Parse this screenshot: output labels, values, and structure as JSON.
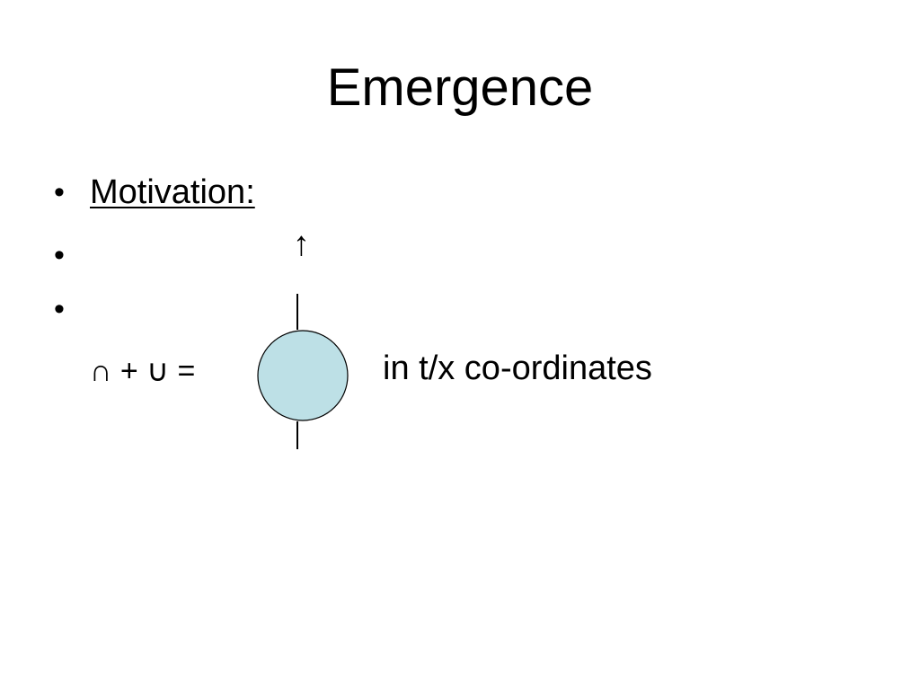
{
  "title": "Emergence",
  "bullets": {
    "marker": "•",
    "motivation": "Motivation:",
    "arrow": "↑"
  },
  "equation": {
    "text": "∩ + ∪ =",
    "suffix": "in t/x co-ordinates"
  },
  "colors": {
    "circle_fill": "#bde0e6",
    "stroke": "#000000"
  }
}
